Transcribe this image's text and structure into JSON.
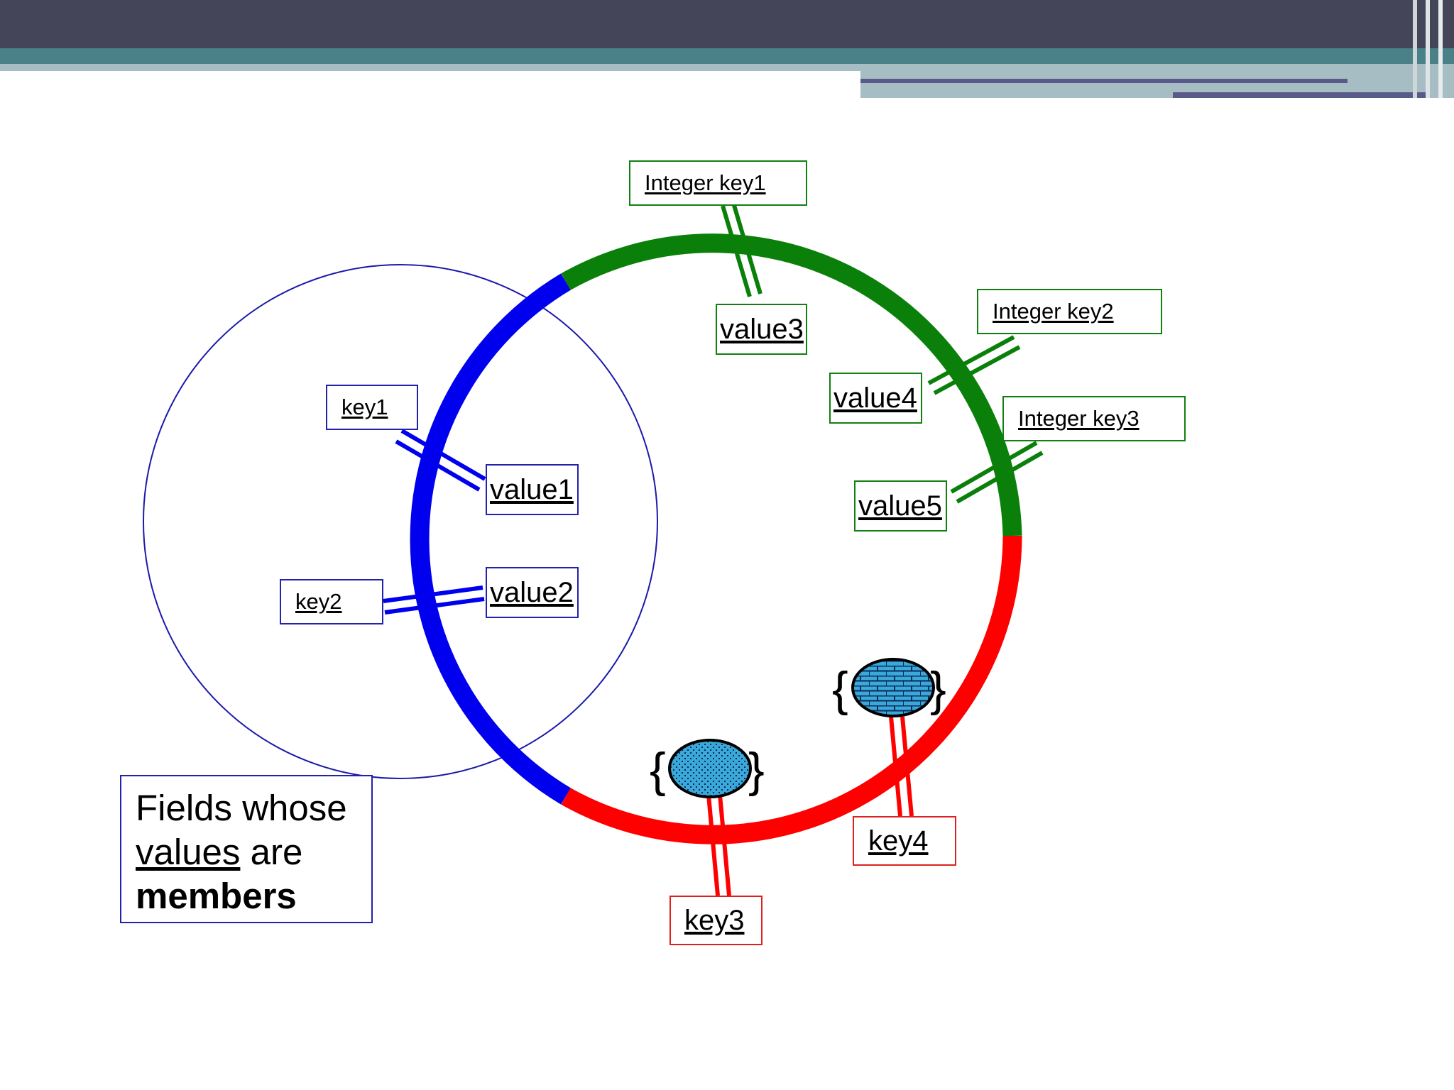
{
  "colors": {
    "header_dark": "#45455a",
    "header_teal": "#4a8087",
    "header_light": "#a6bdc3",
    "header_line": "#5a5a8a",
    "blue": "#0000ee",
    "green": "#0a800a",
    "red": "#ff0000",
    "blob": "#3aa8d8"
  },
  "ring_segments": [
    "blue",
    "green",
    "red"
  ],
  "blue_labels": {
    "key1": "key1",
    "key2": "key2",
    "value1": "value1",
    "value2": "value2"
  },
  "green_labels": {
    "integer_key1": "Integer key1",
    "integer_key2": "Integer key2",
    "integer_key3": "Integer key3",
    "value3": "value3",
    "value4": "value4",
    "value5": "value5"
  },
  "red_labels": {
    "key3": "key3",
    "key4": "key4"
  },
  "set_braces": {
    "open": "{",
    "close": "}"
  },
  "legend": {
    "line1": "Fields whose",
    "line2_underlined": "values",
    "line2_rest": " are",
    "line3_bold": "members"
  }
}
